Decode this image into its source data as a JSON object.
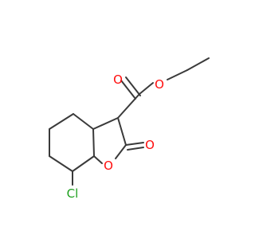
{
  "molecule": {
    "atoms": {
      "o_carbonyl_ester": {
        "label": "O",
        "color": "#ff0d0d"
      },
      "o_ether_ester": {
        "label": "O",
        "color": "#ff0d0d"
      },
      "o_carbonyl_lactone": {
        "label": "O",
        "color": "#ff0d0d"
      },
      "o_ring": {
        "label": "O",
        "color": "#ff0d0d"
      },
      "cl": {
        "label": "Cl",
        "color": "#1fa01f"
      }
    },
    "bond_color": "#3a3a3a"
  }
}
